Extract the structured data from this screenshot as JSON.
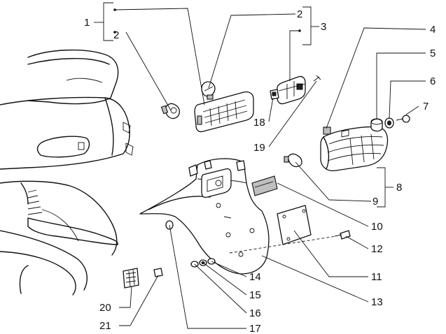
{
  "callouts": {
    "n1": "1",
    "n2a": "2",
    "n2b": "2",
    "n3": "3",
    "n4": "4",
    "n5": "5",
    "n6": "6",
    "n7": "7",
    "n8": "8",
    "n9": "9",
    "n10": "10",
    "n11": "11",
    "n12": "12",
    "n13": "13",
    "n14": "14",
    "n15": "15",
    "n16": "16",
    "n17": "17",
    "n18": "18",
    "n19": "19",
    "n20": "20",
    "n21": "21"
  }
}
